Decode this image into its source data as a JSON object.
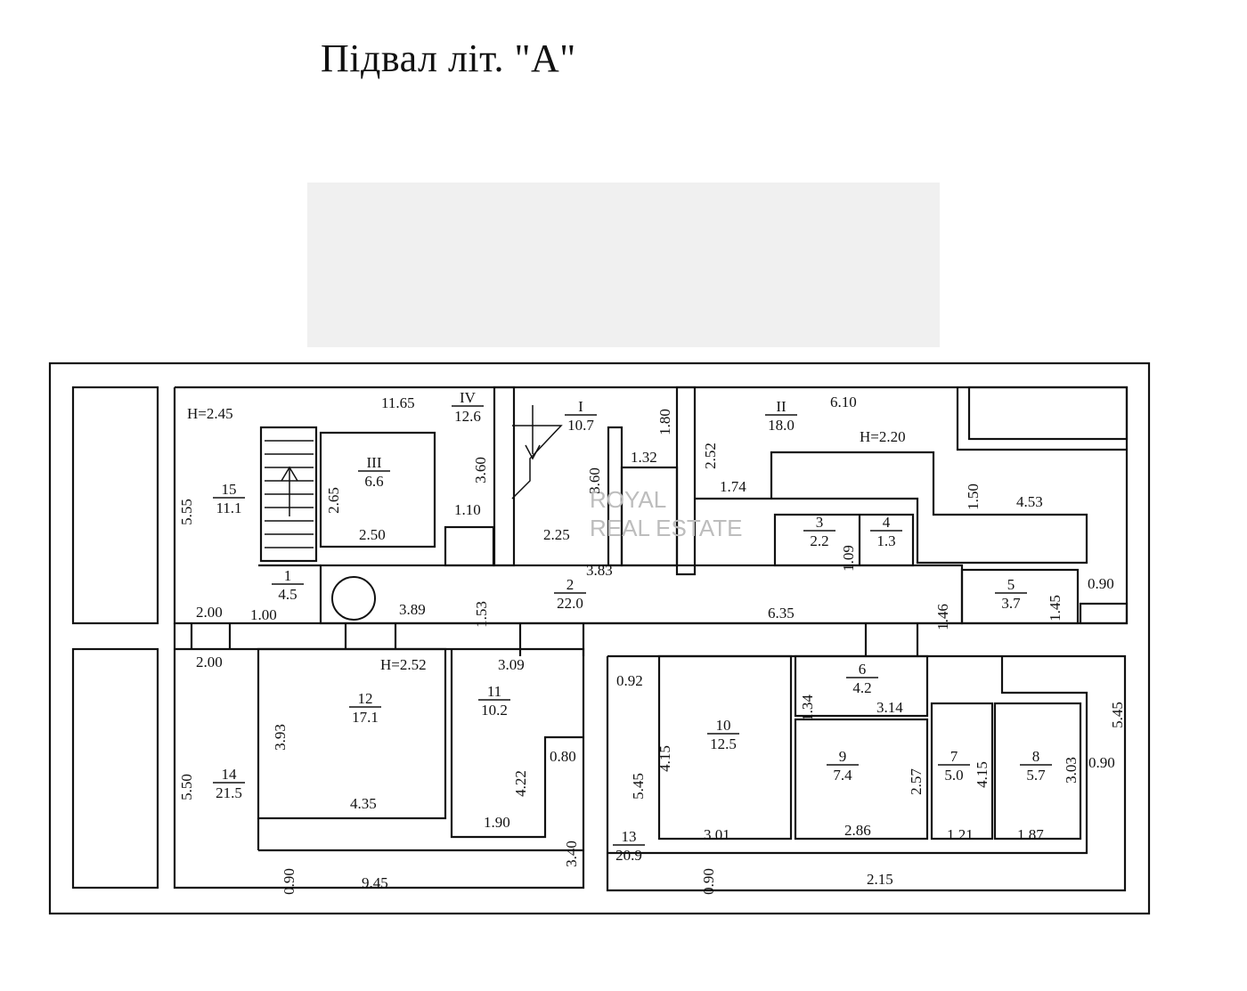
{
  "title": "Підвал літ. \"А\"",
  "watermark": {
    "line1": "ROYAL",
    "line2": "REAL ESTATE"
  },
  "rooms": [
    {
      "num": "15",
      "area": "11.1"
    },
    {
      "num": "III",
      "area": "6.6"
    },
    {
      "num": "IV",
      "area": "12.6"
    },
    {
      "num": "I",
      "area": "10.7"
    },
    {
      "num": "II",
      "area": "18.0"
    },
    {
      "num": "1",
      "area": "4.5"
    },
    {
      "num": "2",
      "area": "22.0"
    },
    {
      "num": "3",
      "area": "2.2"
    },
    {
      "num": "4",
      "area": "1.3"
    },
    {
      "num": "5",
      "area": "3.7"
    },
    {
      "num": "12",
      "area": "17.1"
    },
    {
      "num": "11",
      "area": "10.2"
    },
    {
      "num": "14",
      "area": "21.5"
    },
    {
      "num": "10",
      "area": "12.5"
    },
    {
      "num": "6",
      "area": "4.2"
    },
    {
      "num": "9",
      "area": "7.4"
    },
    {
      "num": "7",
      "area": "5.0"
    },
    {
      "num": "8",
      "area": "5.7"
    },
    {
      "num": "13",
      "area": "20.9"
    }
  ],
  "heights": [
    "H=2.45",
    "H=2.20",
    "H=2.52"
  ],
  "dims": [
    "11.65",
    "5.55",
    "2.65",
    "3.60",
    "3.60",
    "1.80",
    "2.52",
    "6.10",
    "1.32",
    "1.74",
    "2.50",
    "1.10",
    "2.25",
    "1.50",
    "4.53",
    "1.09",
    "3.83",
    "1.53",
    "0.90",
    "1.46",
    "1.45",
    "2.00",
    "1.00",
    "3.89",
    "6.35",
    "2.00",
    "3.09",
    "0.92",
    "1.34",
    "3.14",
    "3.93",
    "4.15",
    "5.45",
    "3.03",
    "0.90",
    "4.15",
    "2.57",
    "4.22",
    "0.80",
    "5.45",
    "5.50",
    "4.35",
    "1.90",
    "3.01",
    "2.86",
    "1.21",
    "1.87",
    "3.40",
    "0.90",
    "9.45",
    "0.90",
    "2.15"
  ]
}
